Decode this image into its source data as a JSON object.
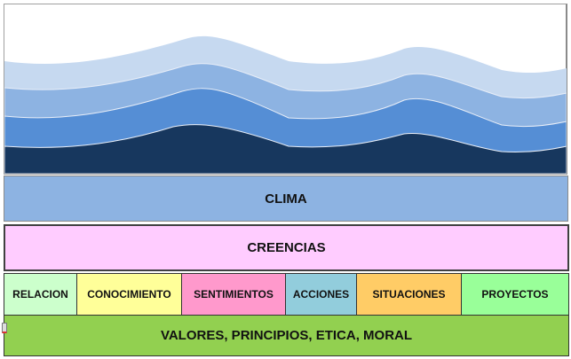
{
  "diagram": {
    "waves": {
      "layers": [
        {
          "name": "light",
          "color": "#c6d9f0"
        },
        {
          "name": "medium-light",
          "color": "#8db3e2"
        },
        {
          "name": "medium",
          "color": "#558ed5"
        },
        {
          "name": "dark",
          "color": "#17375e"
        }
      ]
    },
    "clima": {
      "label": "CLIMA",
      "color": "#8db3e2"
    },
    "creencias": {
      "label": "CREENCIAS",
      "color": "#ffccff"
    },
    "cells": [
      {
        "label": "RELACION",
        "color": "#ccffcc"
      },
      {
        "label": "CONOCIMIENTO",
        "color": "#ffff99"
      },
      {
        "label": "SENTIMIENTOS",
        "color": "#ff99cc"
      },
      {
        "label": "ACCIONES",
        "color": "#92cddc"
      },
      {
        "label": "SITUACIONES",
        "color": "#ffcc66"
      },
      {
        "label": "PROYECTOS",
        "color": "#99ff99"
      }
    ],
    "valores": {
      "label": "VALORES, PRINCIPIOS, ETICA, MORAL",
      "color": "#92d050"
    }
  }
}
